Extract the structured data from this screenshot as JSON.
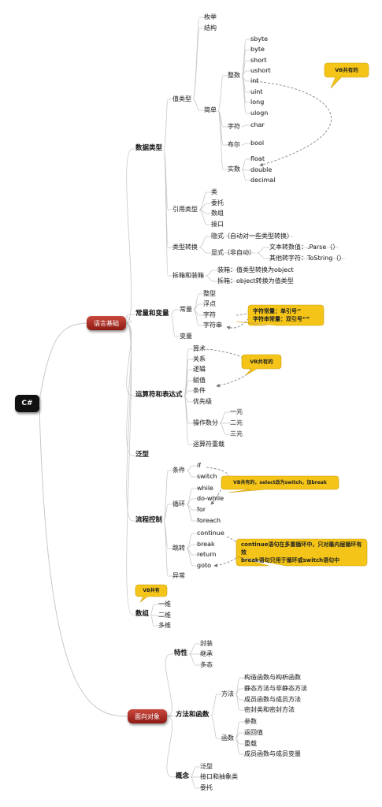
{
  "root": "C#",
  "main": {
    "language_basics": "语言基础",
    "oop": "面向对象"
  },
  "nodes": {
    "data_types": "数据类型",
    "value_type": "值类型",
    "enum": "枚举",
    "struct": "结构",
    "simple": "简单",
    "integer": "整数",
    "sbyte": "sbyte",
    "byte": "byte",
    "short": "short",
    "ushort": "ushort",
    "int": "int",
    "uint": "uint",
    "long": "long",
    "ulong": "ulogn",
    "char_group": "字符",
    "char": "char",
    "bool_group": "布尔",
    "bool": "bool",
    "real": "实数",
    "float": "float",
    "double": "double",
    "decimal": "decimal",
    "reference_type": "引用类型",
    "class": "类",
    "delegate": "委托",
    "array": "数组",
    "interface": "接口",
    "type_conversion": "类型转换",
    "implicit": "隐式（自动对一些类型转换）",
    "explicit": "显式（非自动）",
    "text_conv": "文本转数值：.Parse（）",
    "other_conv": "其他转字符：ToString（）",
    "boxing": "拆箱和装箱",
    "boxing_desc": "装箱：值类型转换为object",
    "unboxing_desc": "拆箱：object转换为值类型",
    "const_var": "常量和变量",
    "constant": "常量",
    "int_const": "整型",
    "float_const": "浮点",
    "char_const": "字符",
    "string_const": "字符串",
    "variable": "变量",
    "operators": "运算符和表达式",
    "arithmetic": "算术",
    "relational": "关系",
    "logical": "逻辑",
    "assignment": "赋值",
    "conditional": "条件",
    "precedence": "优先级",
    "operand_count": "操作数分",
    "unary": "一元",
    "binary": "二元",
    "ternary": "三元",
    "overload": "运算符重载",
    "generics": "泛型",
    "flow": "流程控制",
    "cond": "条件",
    "if": "if",
    "switch": "switch",
    "loop": "循环",
    "while": "while",
    "do_while": "do-while",
    "for": "for",
    "foreach": "foreach",
    "jump": "跳转",
    "continue": "continue",
    "break": "break",
    "return": "return",
    "goto": "goto",
    "exception": "异常",
    "arrays": "数组",
    "one_dim": "一维",
    "two_dim": "二维",
    "multi_dim": "多维",
    "features": "特性",
    "encapsulation": "封装",
    "inheritance": "继承",
    "polymorphism": "多态",
    "methods_functions": "方法和函数",
    "methods": "方法",
    "ctor": "构造函数与构析函数",
    "static": "静态方法与非静态方法",
    "member_fn": "成员函数与成员方法",
    "sealed": "密封类和密封方法",
    "functions": "函数",
    "params": "参数",
    "return_val": "返回值",
    "overloading": "重载",
    "member_var": "成员函数与成员变量",
    "concepts": "概念",
    "generic": "泛型",
    "iface_abstract": "接口和抽象类",
    "deleg": "委托"
  },
  "callouts": {
    "vb_int": "VB共有的",
    "string_quotes": [
      "字符常量：单引号‘’",
      "字符串常量：双引号“”"
    ],
    "vb_ops": "VB共有的",
    "vb_select": "VB共有的，select改为switch，加break",
    "continue_break": [
      "continue语句在多重循环中，只对最内层循环有效",
      "break语句只用于循环或switch语句中"
    ],
    "vb_array": "VB共有"
  },
  "colors": {
    "root": "#111111",
    "main": "#b0302a",
    "callout": "#f4c418",
    "line": "#c8c8c8"
  }
}
